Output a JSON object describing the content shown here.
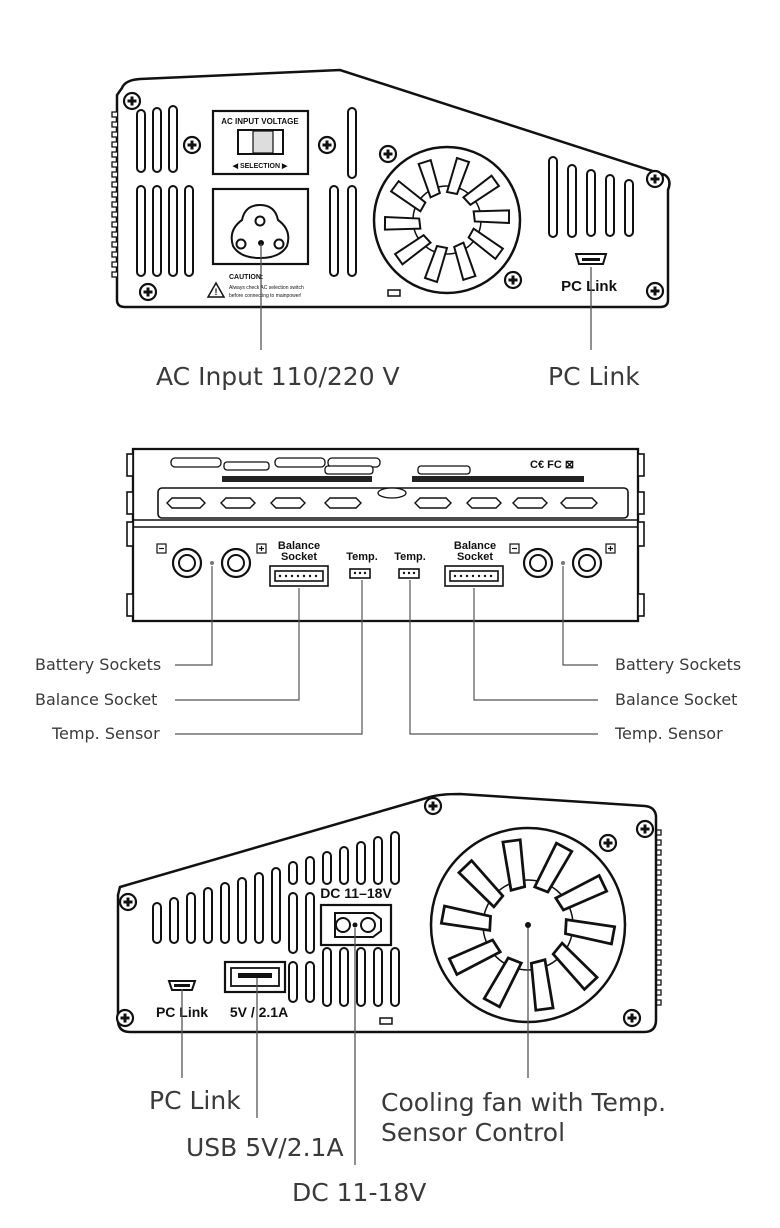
{
  "rear_panel": {
    "switch_title": "AC INPUT VOLTAGE",
    "switch_selection": "◀ SELECTION ▶",
    "caution_title": "CAUTION:",
    "caution_line1": "Always check AC selection switch",
    "caution_line2": "before connecting to mainpower!",
    "pc_link_label": "PC Link",
    "callouts": {
      "ac_input": "AC Input 110/220 V",
      "pc_link": "PC Link"
    }
  },
  "front_panel": {
    "balance_label_left": [
      "Balance",
      "Socket"
    ],
    "balance_label_right": [
      "Balance",
      "Socket"
    ],
    "temp_label_left": "Temp.",
    "temp_label_right": "Temp.",
    "callouts_left": {
      "battery": "Battery Sockets",
      "balance": "Balance Socket",
      "temp": "Temp. Sensor"
    },
    "callouts_right": {
      "battery": "Battery Sockets",
      "balance": "Balance Socket",
      "temp": "Temp. Sensor"
    }
  },
  "side_panel": {
    "dc_label": "DC  11–18V",
    "pc_link_label": "PC Link",
    "usb_label": "5V  /  2.1A",
    "callouts": {
      "pc_link": "PC Link",
      "usb": "USB 5V/2.1A",
      "dc": "DC 11-18V",
      "fan_line1": "Cooling fan with Temp.",
      "fan_line2": "Sensor Control"
    }
  }
}
